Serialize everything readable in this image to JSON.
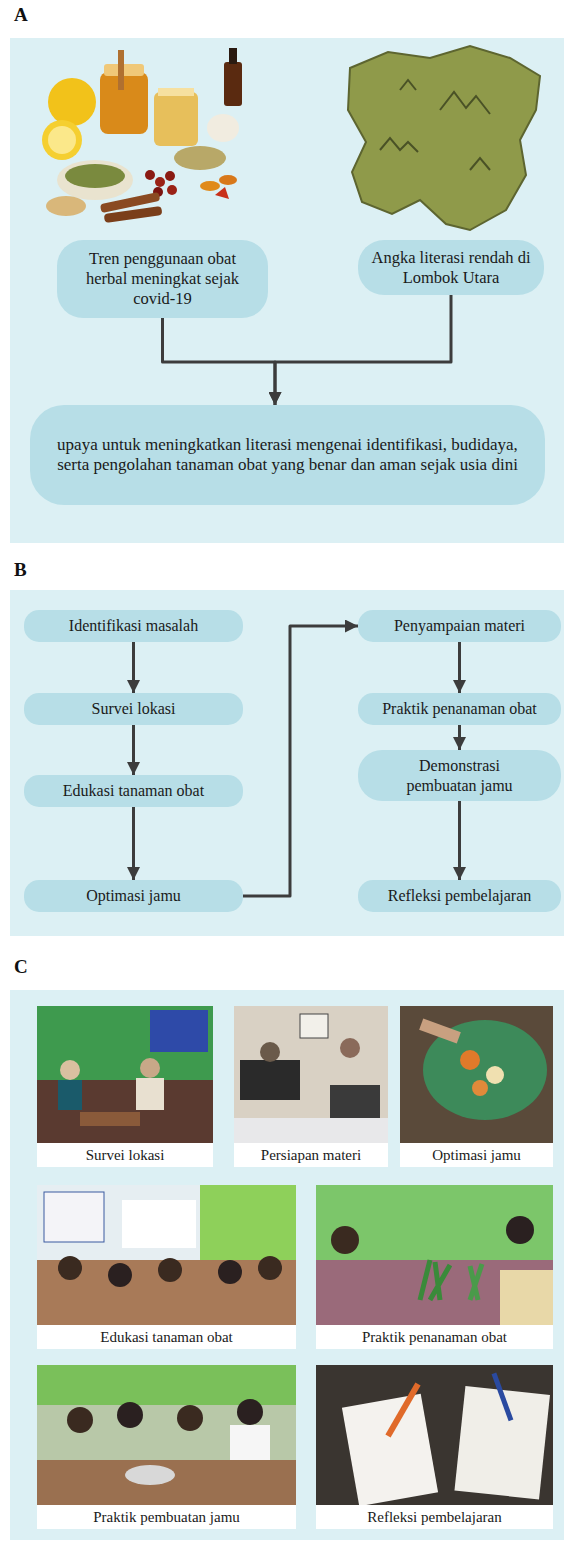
{
  "diagram": {
    "nodes": [
      {
        "text": [
          "A"
        ]
      },
      {
        "text": [
          "Tren penggunaan obat herbal meningkat sejak covid-19"
        ],
        "in": 0
      },
      {
        "text": [
          "Angka literasi rendah di Lombok Utara"
        ],
        "in": 0
      },
      {
        "text": [
          "upaya untuk meningkatkan literasi mengenai identifikasi, budidaya, serta pengolahan tanaman obat yang benar dan aman sejak usia dini"
        ],
        "in": 0
      },
      {
        "text": [
          "B"
        ]
      },
      {
        "text": [
          "Identifikasi masalah"
        ],
        "in": 4
      },
      {
        "text": [
          "Survei lokasi"
        ],
        "in": 4
      },
      {
        "text": [
          "Edukasi tanaman obat"
        ],
        "in": 4
      },
      {
        "text": [
          "Optimasi jamu"
        ],
        "in": 4
      },
      {
        "text": [
          "Penyampaian materi"
        ],
        "in": 4
      },
      {
        "text": [
          "Praktik penanaman obat"
        ],
        "in": 4
      },
      {
        "text": [
          "Demonstrasi pembuatan jamu"
        ],
        "in": 4
      },
      {
        "text": [
          "Refleksi pembelajaran"
        ],
        "in": 4
      },
      {
        "text": [
          "C"
        ]
      },
      {
        "text": [
          "Survei lokasi"
        ],
        "in": 13
      },
      {
        "text": [
          "Persiapan materi"
        ],
        "in": 13
      },
      {
        "text": [
          "Optimasi jamu"
        ],
        "in": 13
      },
      {
        "text": [
          "Edukasi tanaman obat"
        ],
        "in": 13
      },
      {
        "text": [
          "Praktik penanaman obat"
        ],
        "in": 13
      },
      {
        "text": [
          "Praktik pembuatan jamu"
        ],
        "in": 13
      },
      {
        "text": [
          "Refleksi pembelajaran"
        ],
        "in": 13
      }
    ],
    "edges": [
      {
        "from": 1,
        "to": 3,
        "arrow": "to"
      },
      {
        "from": 2,
        "to": 3,
        "arrow": "to"
      },
      {
        "from": 5,
        "to": 6,
        "arrow": "to"
      },
      {
        "from": 6,
        "to": 7,
        "arrow": "to"
      },
      {
        "from": 7,
        "to": 8,
        "arrow": "to"
      },
      {
        "from": 8,
        "to": 9,
        "arrow": "to"
      },
      {
        "from": 9,
        "to": 10,
        "arrow": "to"
      },
      {
        "from": 10,
        "to": 11,
        "arrow": "to"
      },
      {
        "from": 11,
        "to": 12,
        "arrow": "to"
      }
    ]
  }
}
